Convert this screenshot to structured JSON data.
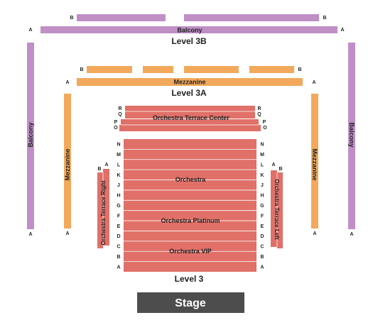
{
  "colors": {
    "balcony": "#bf8fc6",
    "mezzanine": "#f2a95c",
    "orchestra": "#e07068",
    "stage": "#4d4d4d",
    "row_line": "#ffffff"
  },
  "sections": {
    "balcony": "Balcony",
    "mezzanine": "Mezzanine",
    "orchestra_terrace_center": "Orchestra Terrace Center",
    "orchestra": "Orchestra",
    "orchestra_platinum": "Orchestra Platinum",
    "orchestra_vip": "Orchestra VIP",
    "orchestra_terrace_right": "Orchestra Terrace Right",
    "orchestra_terrace_left": "Orchestra Terrace Left"
  },
  "levels": {
    "level_3b": "Level 3B",
    "level_3a": "Level 3A",
    "level_3": "Level 3"
  },
  "stage": "Stage",
  "rows": {
    "row_a": "A",
    "row_b": "B",
    "terrace_center": [
      "R",
      "Q",
      "P",
      "O"
    ],
    "orchestra": [
      "N",
      "M",
      "L",
      "K",
      "J",
      "H",
      "G",
      "F",
      "E",
      "D",
      "C",
      "B",
      "A"
    ]
  }
}
